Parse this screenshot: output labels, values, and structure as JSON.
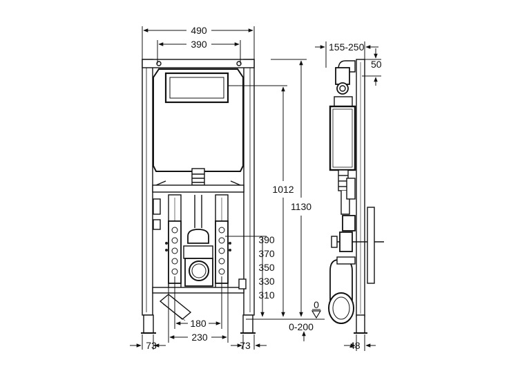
{
  "colors": {
    "line": "#111111",
    "fill_dark": "#222222",
    "fill_light": "#ffffff",
    "hatch": "#555555"
  },
  "front_view": {
    "overall_width": "490",
    "inner_width": "390",
    "height_outer": "1130",
    "height_inner": "1012",
    "bolt_spacing_inner": "180",
    "bolt_spacing_outer": "230",
    "leg_left": "73",
    "leg_right": "73",
    "outlet_heights": [
      "390",
      "370",
      "350",
      "330",
      "310"
    ]
  },
  "side_view": {
    "depth_range": "155-250",
    "top_offset": "50",
    "floor_level": "0",
    "floor_range": "0-200",
    "frame_depth": "48"
  }
}
